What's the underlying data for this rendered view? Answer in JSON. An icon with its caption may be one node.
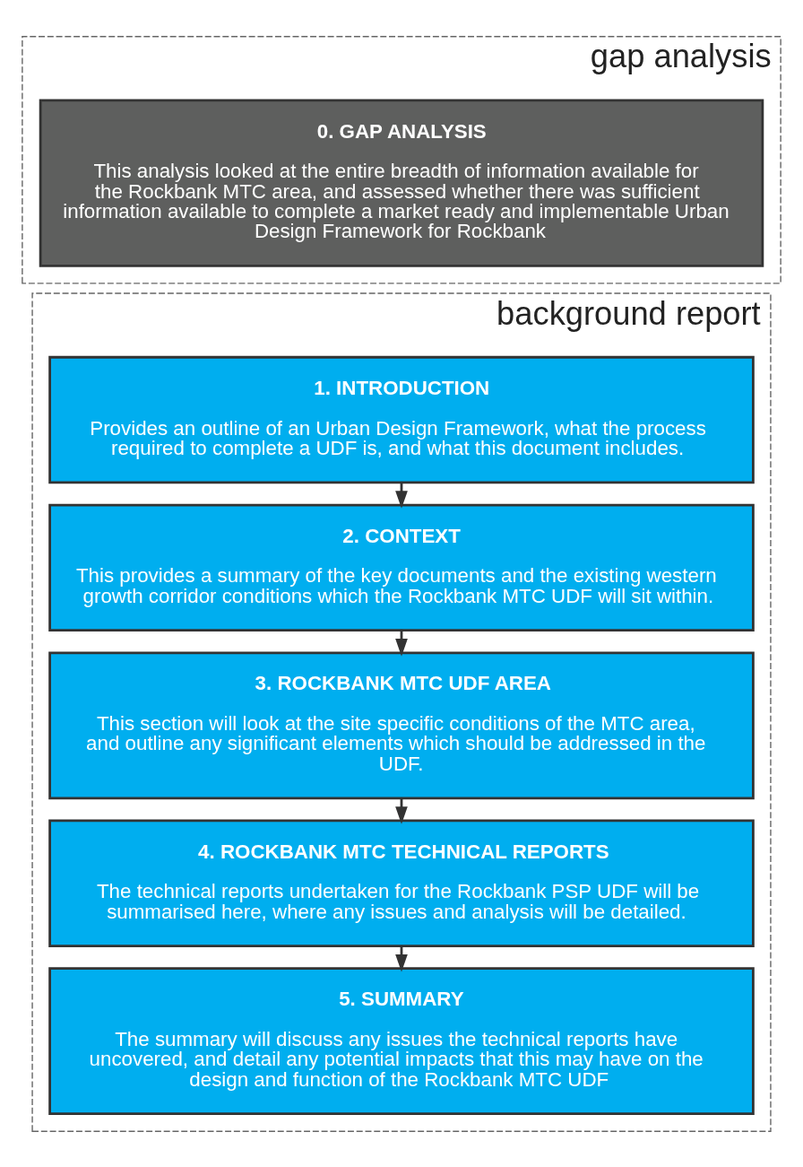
{
  "diagram": {
    "nodes": [
      {
        "text": [
          "gap analysis"
        ]
      },
      {
        "text": [
          "0. GAP ANALYSIS",
          "This analysis looked at the entire breadth of information available for the Rockbank MTC area, and assessed whether there was sufficient information available to complete a market ready and implementable Urban Design Framework for Rockbank"
        ],
        "in": 0
      },
      {
        "text": [
          "background report"
        ]
      },
      {
        "text": [
          "1. INTRODUCTION",
          "Provides an outline of an Urban Design Framework, what the process required to complete a UDF is, and what this document includes."
        ],
        "in": 2
      },
      {
        "text": [
          "2. CONTEXT",
          "This provides a summary of the key documents and the existing western growth corridor conditions which the Rockbank MTC UDF will sit within."
        ],
        "in": 2
      },
      {
        "text": [
          "3. ROCKBANK MTC UDF AREA",
          "This section will look at the site specific conditions of the MTC area, and outline any significant elements which should be addressed in the UDF."
        ],
        "in": 2
      },
      {
        "text": [
          "4. ROCKBANK MTC TECHNICAL REPORTS",
          "The technical reports undertaken for the Rockbank PSP UDF will be summarised here, where any issues and analysis will be detailed."
        ],
        "in": 2
      },
      {
        "text": [
          "5. SUMMARY",
          "The summary will discuss any issues the technical reports have uncovered, and detail any potential impacts that this may have on the design and function of the Rockbank MTC UDF"
        ],
        "in": 2
      }
    ],
    "edges": [
      {
        "from": 3,
        "to": 4,
        "arrow": "to"
      },
      {
        "from": 4,
        "to": 5,
        "arrow": "to"
      },
      {
        "from": 5,
        "to": 6,
        "arrow": "to"
      },
      {
        "from": 6,
        "to": 7,
        "arrow": "to"
      }
    ]
  }
}
